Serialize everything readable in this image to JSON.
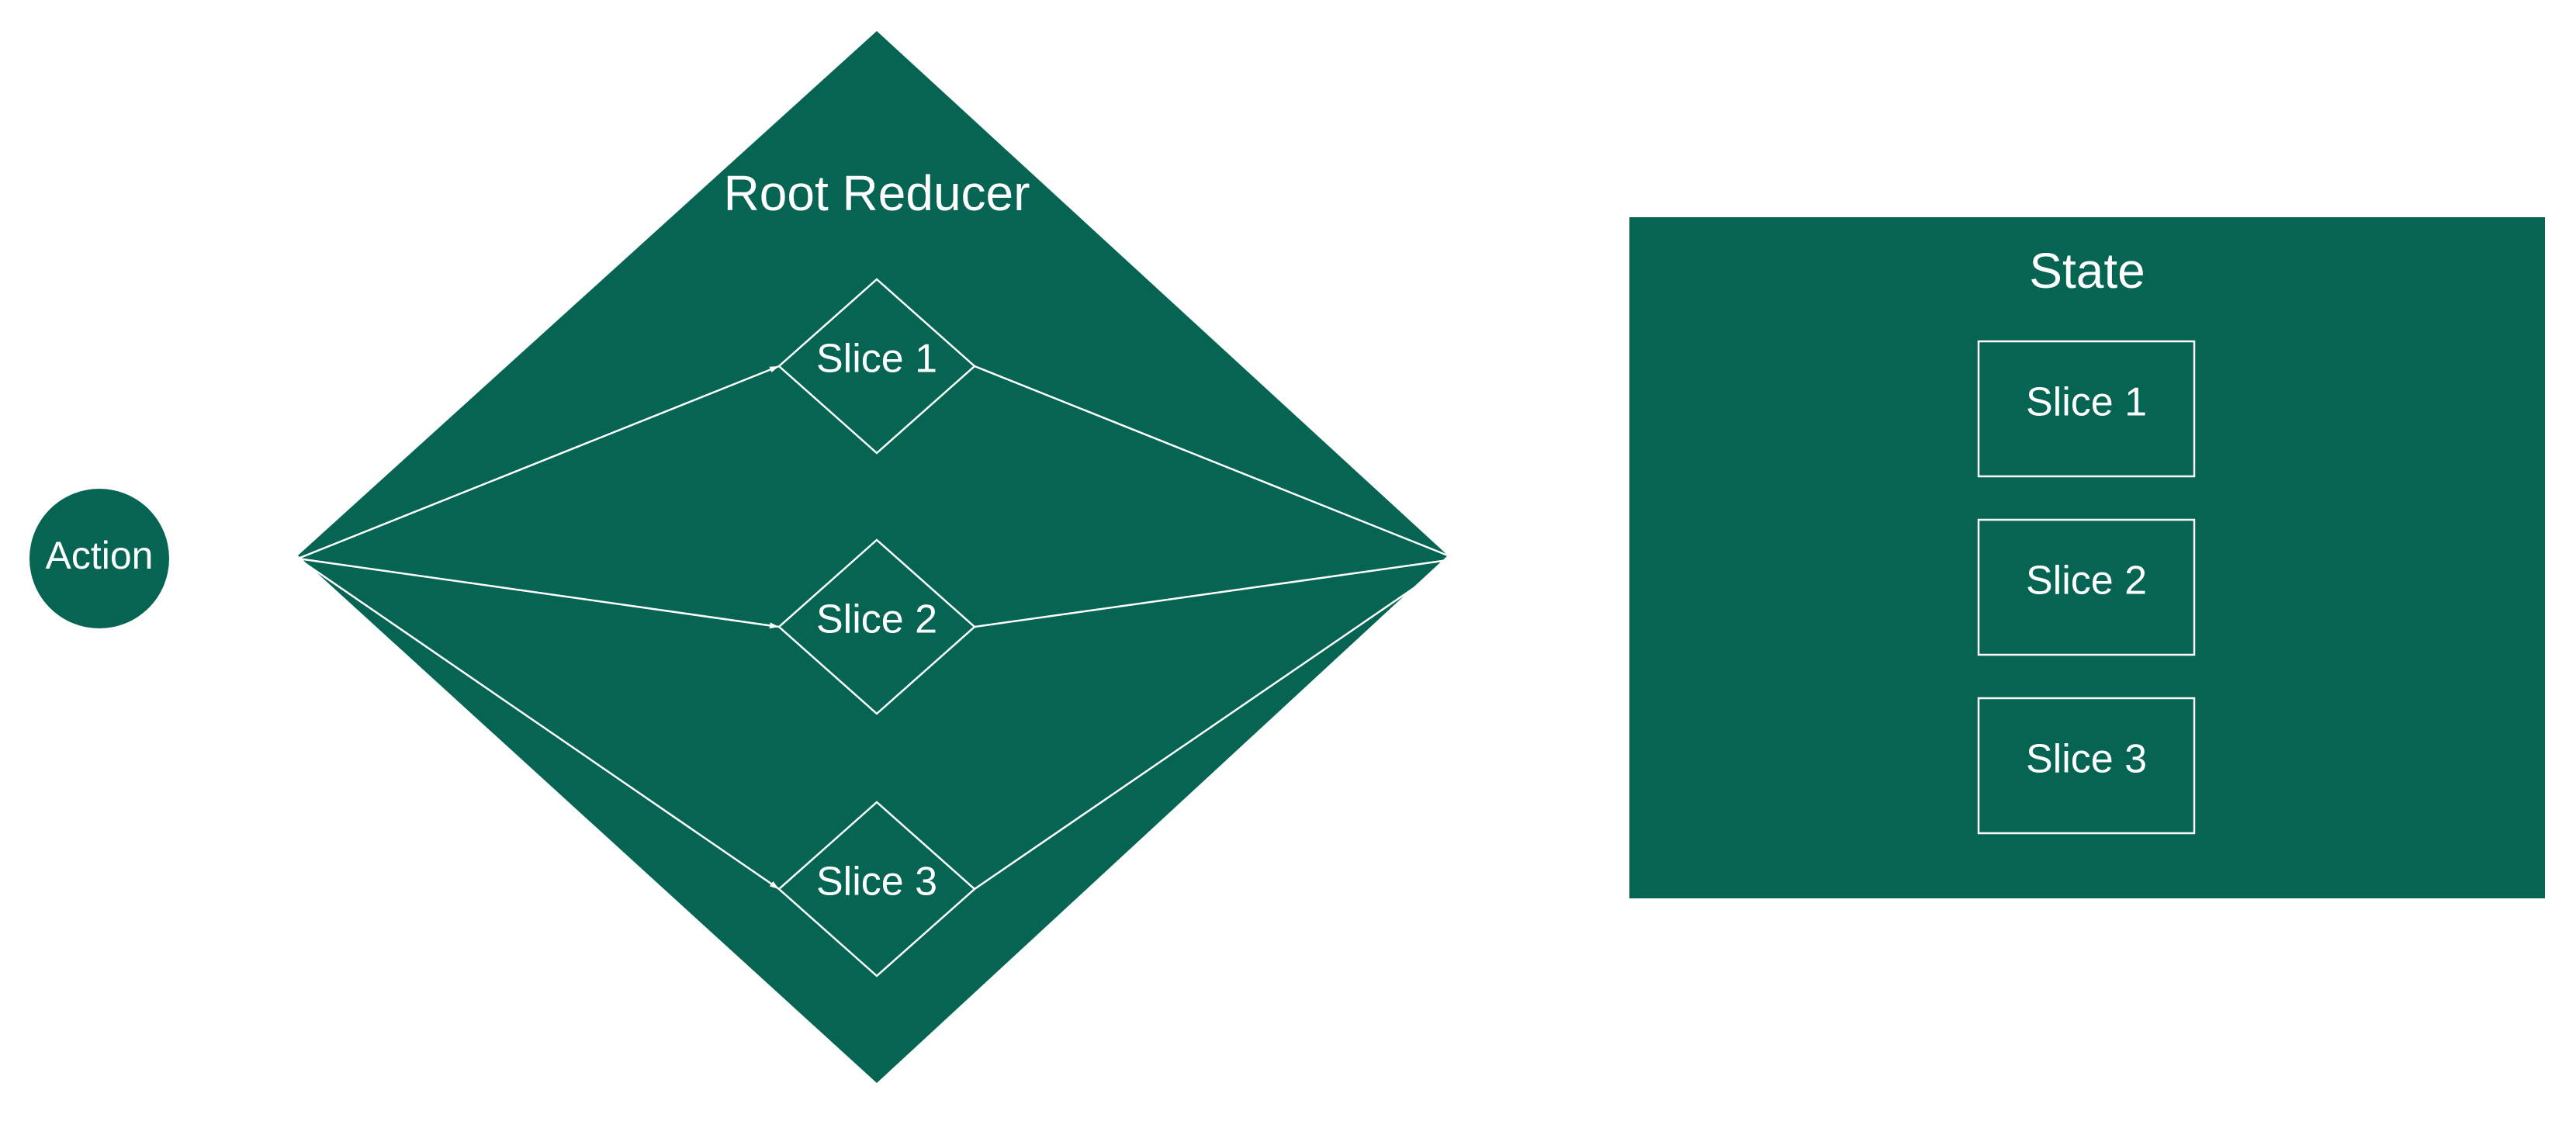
{
  "colors": {
    "fill": "#056452",
    "stroke": "#ffffff",
    "background": "#ffffff"
  },
  "action": {
    "label": "Action"
  },
  "root_reducer": {
    "title": "Root Reducer",
    "slices": [
      {
        "label": "Slice 1"
      },
      {
        "label": "Slice 2"
      },
      {
        "label": "Slice 3"
      }
    ]
  },
  "state": {
    "title": "State",
    "slices": [
      {
        "label": "Slice 1"
      },
      {
        "label": "Slice 2"
      },
      {
        "label": "Slice 3"
      }
    ]
  }
}
